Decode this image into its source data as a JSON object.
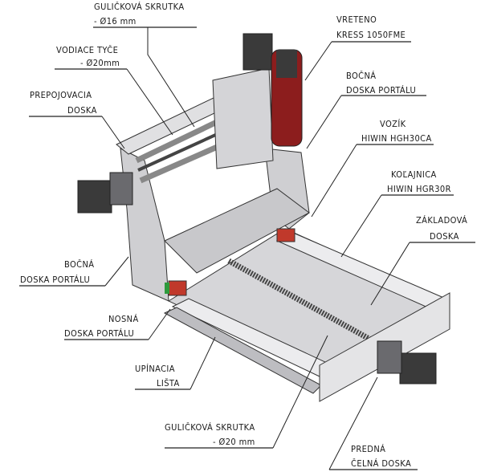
{
  "labels": {
    "ball_screw_16": {
      "line1": "GULIČKOVÁ SKRUTKA",
      "line2": "- Ø16 mm"
    },
    "guide_rods": {
      "line1": "VODIACE TYČE",
      "line2": "- Ø20mm"
    },
    "connecting_plate": {
      "line1": "PREPOJOVACIA",
      "line2": "DOSKA"
    },
    "spindle": {
      "line1": "VRETENO",
      "line2": "KRESS 1050FME"
    },
    "side_plate_right": {
      "line1": "BOČNÁ",
      "line2": "DOSKA PORTÁLU"
    },
    "carriage": {
      "line1": "VOZÍK",
      "line2": "HIWIN HGH30CA"
    },
    "rail": {
      "line1": "KOĽAJNICA",
      "line2": "HIWIN HGR30R"
    },
    "base_plate": {
      "line1": "ZÁKLADOVÁ",
      "line2": "DOSKA"
    },
    "side_plate_left": {
      "line1": "BOČNÁ",
      "line2": "DOSKA PORTÁLU"
    },
    "support_plate": {
      "line1": "NOSNÁ",
      "line2": "DOSKA PORTÁLU"
    },
    "clamping_bar": {
      "line1": "UPÍNACIA",
      "line2": "LIŠTA"
    },
    "ball_screw_20": {
      "line1": "GULIČKOVÁ SKRUTKA",
      "line2": "- Ø20 mm"
    },
    "front_plate": {
      "line1": "PREDNÁ",
      "line2": "ČELNÁ DOSKA"
    }
  },
  "colors": {
    "plate": "#d9d9dc",
    "plate_dark": "#b8b8bc",
    "spindle": "#8c1d1d",
    "motor": "#3a3a3a",
    "carriage": "#c0392b",
    "accent_green": "#2e9a3c"
  }
}
